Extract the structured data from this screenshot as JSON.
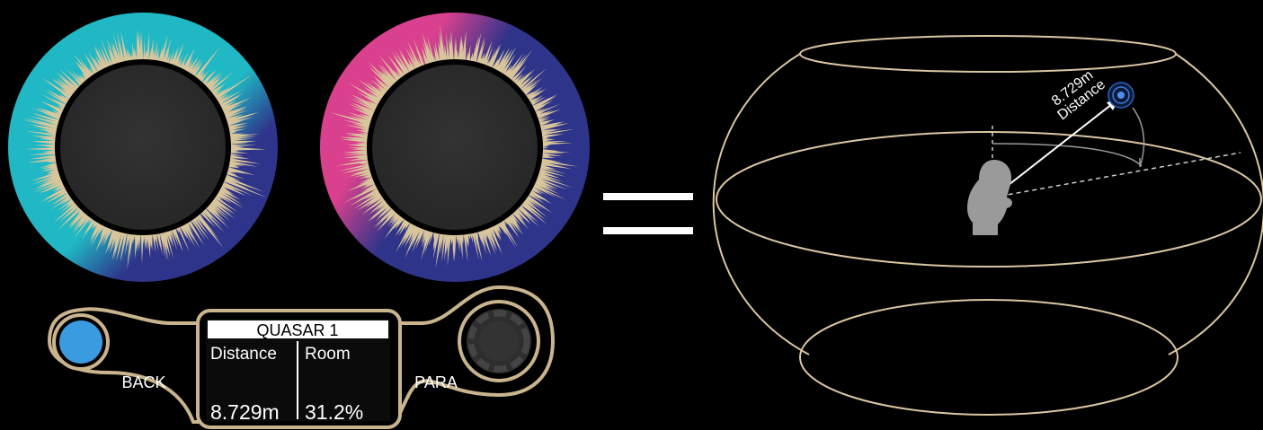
{
  "colors": {
    "background": "#000000",
    "gold_outline": "#c9b48e",
    "fur": "#d8c59b",
    "encoder1_teal": "#1fb8c4",
    "encoder1_navy": "#2e348a",
    "encoder2_navy": "#2e348a",
    "encoder2_magenta": "#d9408e",
    "knob_dark": "#2b2b2b",
    "back_button_blue": "#3a9be0",
    "sphere_line": "#d9c6a2"
  },
  "encoders": [
    {
      "name": "encoder-left",
      "icon": "fur-ring-knob",
      "highlight_fraction": 0.25
    },
    {
      "name": "encoder-right",
      "icon": "fur-ring-knob",
      "highlight_fraction": 0.35
    }
  ],
  "equals_symbol": "=",
  "controller": {
    "back_label": "BACK",
    "para_label": "PARA",
    "display": {
      "title": "QUASAR 1",
      "col1_header": "Distance",
      "col2_header": "Room",
      "col1_value": "8.729m",
      "col2_value": "31.2%"
    }
  },
  "sphere": {
    "distance_value": "8.729m",
    "distance_label": "Distance",
    "listener_icon": "head-icon",
    "source_icon": "sound-source-icon"
  }
}
